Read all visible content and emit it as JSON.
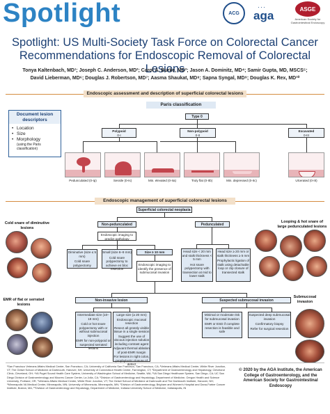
{
  "header": {
    "brand": "Spotlight",
    "logos": {
      "acg": "ACG",
      "aga": "aga",
      "aga_dots": "···",
      "asge": "ASGE",
      "asge_sub": "American Society for Gastrointestinal Endoscopy"
    }
  },
  "title": "Spotlight: US Multi-Society Task Force on Colorectal Cancer Recommendations for Endoscopic Removal of Colorectal Lesions",
  "authors": [
    "Tonya Kaltenbach, MD¹; Joseph C. Anderson, MD²; Carol A. Burke, MD³; Jason A. Dominitz, MD⁴; Samir Gupta, MD, MSCS⁵;",
    "David Lieberman, MD⁶; Douglas J. Robertson, MD⁷; Aasma Shaukat, MD⁸; Sapna Syngal, MD⁹; Douglas K. Rex, MD¹⁰"
  ],
  "section1": {
    "title": "Endoscopic assessment and description of superficial colorectal lesions",
    "paris_bar": "Paris classification",
    "descriptors": {
      "heading": "Document lesion descriptors",
      "items": [
        "Location",
        "Size",
        "Morphology"
      ],
      "morph_note": "(using the Paris classification)"
    },
    "type0": "Type 0",
    "groups": [
      {
        "name": "Polypoid",
        "code": "0-I"
      },
      {
        "name": "Non-polypoid",
        "code": "0-II"
      },
      {
        "name": "Excavated",
        "code": "0-III"
      }
    ],
    "morphologies": [
      "Pedunculated (0-Ip)",
      "Sessile (0-Is)",
      "Min. elevated (0-IIa)",
      "Truly flat (0-IIb)",
      "Min. depressed (0-IIc)",
      "Ulcerated (0-III)"
    ]
  },
  "section2": {
    "title": "Endoscopic management of superficial colorectal lesions",
    "root": "Superficial colorectal neoplasia",
    "nonped": "Non-pedunculated",
    "ped": "Pedunculated",
    "imaging": "Endoscopic imaging to predict pathology",
    "diminutive": {
      "head": "Diminutive (size ≤ 5 mm)",
      "body": "Cold snare polypectomy"
    },
    "small": {
      "head": "Small (size 6–9 mm)",
      "body": "Cold snare polypectomy to achieve en bloc resection"
    },
    "size10": {
      "head": "Size ≥ 10 mm",
      "body": "Endoscopic imaging to identify the presence of submucosal invasion"
    },
    "ped_small": {
      "head": "Head size < 20 mm and stalk thickness < 5 mm",
      "body": "Hot snare polypectomy with transection at mid to lower stalk"
    },
    "ped_large": {
      "head": "Head size ≥ 20 mm or stalk thickness ≥ 5 mm",
      "body": "Prophylactic ligation of stalk using detachable loop or clip closure of transected stalk"
    },
    "noninvasive": "Non-invasive lesion",
    "suspected": "Suspected submucosal invasion",
    "intermediate": {
      "head": "Intermediate size (10–19 mm)",
      "body": [
        "Cold or hot snare polypectomy with or without submucosal injection",
        "EMR for non-polypoid or suspected serrated lesions"
      ]
    },
    "large": {
      "head": "Large size (≥ 20 mm)",
      "body": [
        "Endoscopic mucosal resection",
        "Resect all grossly visible tissue in a single session",
        "Suggest the use of viscous injection solution including contrast agent",
        "Adjuvant thermal ablation of post-EMR margin",
        "For lesions in right colon, prophylactic closure of defect"
      ]
    },
    "minimal": {
      "head": "Minimal or moderate risk for submucosal invasion",
      "body": "EMR or ESD if complete resection is feasible and safe"
    },
    "deep": {
      "head": "Suspected deep submucosal invasion",
      "body": [
        "Confirmatory biopsy",
        "Refer for surgical resection"
      ]
    },
    "photo_captions": {
      "cold_snare": "Cold snare of diminutive lesions",
      "hot_snare": "Looping & hot snare of large pedunculated lesions",
      "emr": "EMR of flat or serrated lesions",
      "submucosal": "Submucosal invasion"
    }
  },
  "footnotes": "¹San Francisco Veterans Affairs Medical Center, San Francisco, CA; University of California San Francisco, San Francisco, CA; ²Veterans Affairs Medical Center, White River Junction, VT; The Geisel School of Medicine at Dartmouth, Hanover, NH; University of Connecticut Health Center, Farmington, CT; ³Department of Gastroenterology and Hepatology, Cleveland Clinic, Cleveland, OH; ⁴VA Puget Sound Health Care System, University of Washington School of Medicine, Seattle, WA; ⁵VA San Diego Healthcare System, San Diego, CA; UC San Diego Division of Gastroenterology and Moores Cancer Center, La Jolla, CA; ⁶Division of Gastroenterology and Hepatology, Department of Medicine, Oregon Health and Science University, Portland, OR; ⁷Veterans Affairs Medical Center, White River Junction, VT; The Geisel School of Medicine at Dartmouth and The Dartmouth Institute, Hanover, NH; ⁸Minneapolis VA Medical Center, Minneapolis, MN; University of Minnesota, Minneapolis, MN; ⁹Division of Gastroenterology, Brigham and Women's Hospital and Dana-Farber Cancer Institute, Boston, MA; ¹⁰Division of Gastroenterology and Hepatology, Department of Medicine, Indiana University School of Medicine, Indianapolis, IN",
  "copyright": "© 2020 by the AGA Institute, the American College of Gastroenterology, and the American Society for Gastrointestinal Endoscopy",
  "colors": {
    "brand_blue": "#2d83c4",
    "title_navy": "#1b3f73",
    "section_tan": "#f3e0c9",
    "accent_orange": "#d48b3f"
  }
}
